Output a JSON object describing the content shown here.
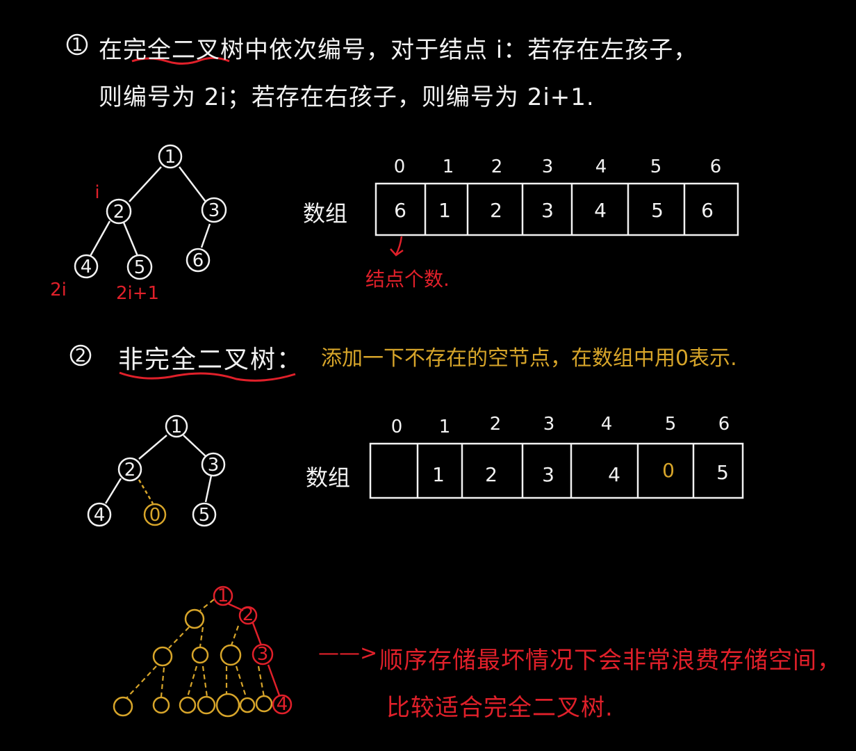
{
  "section1": {
    "marker": "1",
    "line1": "在完全二叉树中依次编号，对于结点 i：若存在左孩子，",
    "line2": "则编号为 2i；若存在右孩子，则编号为 2i+1."
  },
  "tree1": {
    "nodes": [
      "1",
      "2",
      "3",
      "4",
      "5",
      "6"
    ],
    "label_i": "i",
    "label_2i": "2i",
    "label_2i1": "2i+1"
  },
  "array1": {
    "label": "数组",
    "indices": [
      "0",
      "1",
      "2",
      "3",
      "4",
      "5",
      "6"
    ],
    "values": [
      "6",
      "1",
      "2",
      "3",
      "4",
      "5",
      "6"
    ],
    "note": "结点个数."
  },
  "section2": {
    "marker": "2",
    "title": "非完全二叉树：",
    "note": "添加一下不存在的空节点，在数组中用0表示."
  },
  "tree2": {
    "nodes": [
      "1",
      "2",
      "3",
      "4",
      "0",
      "5"
    ]
  },
  "array2": {
    "label": "数组",
    "indices": [
      "0",
      "1",
      "2",
      "3",
      "4",
      "5",
      "6"
    ],
    "values": [
      "",
      "1",
      "2",
      "3",
      "4",
      "0",
      "5"
    ]
  },
  "tree3": {
    "nodes": [
      "1",
      "2",
      "3",
      "4"
    ]
  },
  "section3": {
    "arrow": "——>",
    "line1": "顺序存储最坏情况下会非常浪费存储空间，",
    "line2": "比较适合完全二叉树."
  },
  "colors": {
    "white": "#f2f2f2",
    "red": "#e0202a",
    "gold": "#d7a52a"
  }
}
